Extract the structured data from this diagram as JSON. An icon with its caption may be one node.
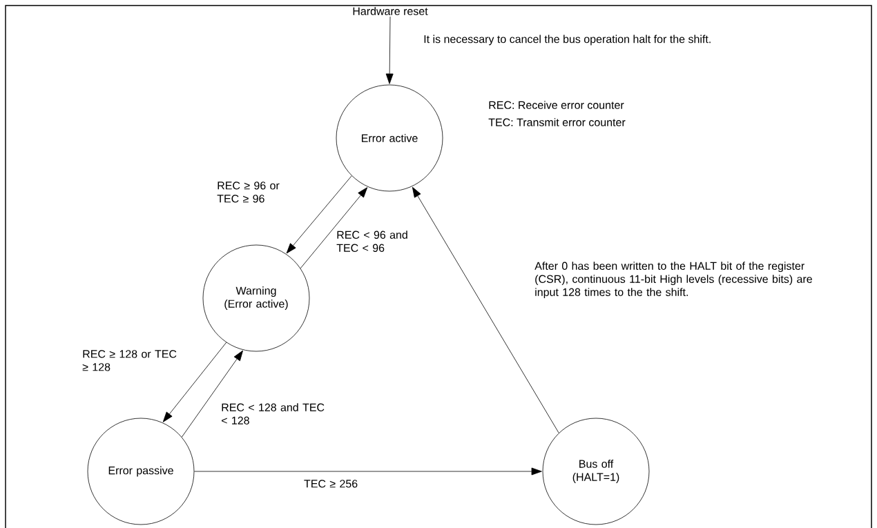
{
  "diagram": {
    "nodes": [
      {
        "text": [
          "Hardware reset"
        ]
      },
      {
        "text": [
          "Error active"
        ]
      },
      {
        "text": [
          "Warning (Error active)"
        ]
      },
      {
        "text": [
          "Error passive"
        ]
      },
      {
        "text": [
          "Bus off (HALT=1)"
        ]
      }
    ],
    "edges": [
      {
        "from": 0,
        "to": 1,
        "arrow": "to"
      },
      {
        "from": 1,
        "to": 2,
        "arrow": "to",
        "label": "REC ≥ 96 or TEC ≥ 96"
      },
      {
        "from": 2,
        "to": 1,
        "arrow": "to",
        "label": "REC < 96 and TEC < 96"
      },
      {
        "from": 2,
        "to": 3,
        "arrow": "to",
        "label": "REC ≥ 128 or TEC ≥ 128"
      },
      {
        "from": 3,
        "to": 2,
        "arrow": "to",
        "label": "REC < 128 and TEC < 128"
      },
      {
        "from": 3,
        "to": 4,
        "arrow": "to",
        "label": "TEC ≥ 256"
      },
      {
        "from": 4,
        "to": 1,
        "arrow": "to",
        "label": "After 0 has been written to the HALT bit of the register (CSR), continuous 11-bit High levels (recessive bits) are input 128 times to the the shift."
      }
    ],
    "labels": [
      "It is necessary to cancel the bus operation halt for the shift.",
      "REC: Receive error counter",
      "TEC: Transmit error counter"
    ]
  }
}
